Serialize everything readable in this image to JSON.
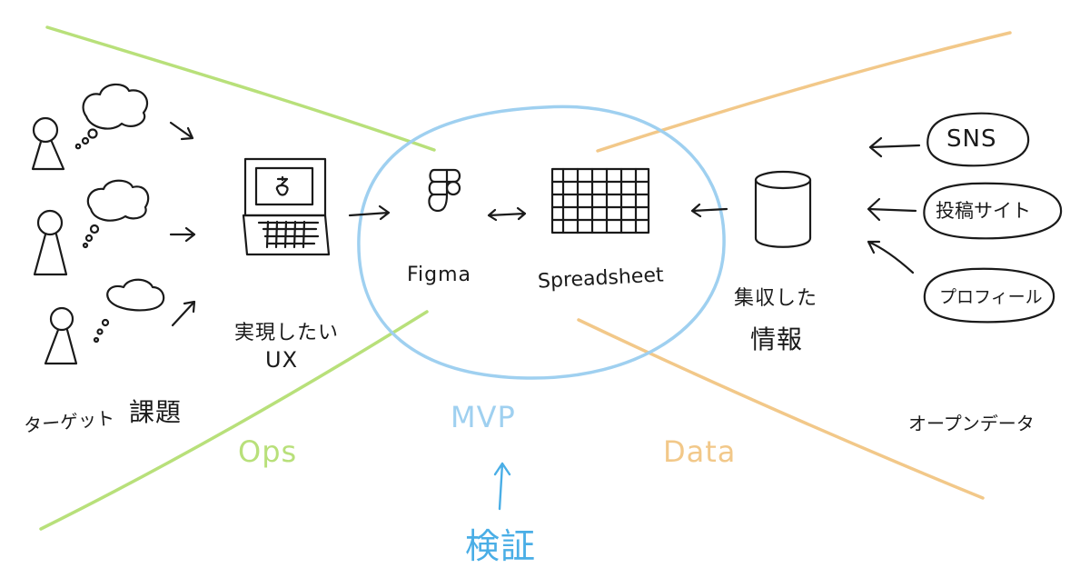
{
  "colors": {
    "ink": "#1a1a1a",
    "ops": "#b8e07a",
    "mvp": "#9fd0f0",
    "data": "#f2c889",
    "verify": "#4aaee6"
  },
  "labels": {
    "figma": "Figma",
    "spreadsheet": "Spreadsheet",
    "desired_ux_line1": "実現したい",
    "desired_ux_line2": "UX",
    "target": "ターゲット",
    "issue": "課題",
    "collected_line1": "集収した",
    "collected_line2": "情報",
    "open_data": "オープンデータ",
    "sns": "SNS",
    "posting_site": "投稿サイト",
    "profile": "プロフィール",
    "ops": "Ops",
    "mvp": "MVP",
    "data": "Data",
    "verify": "検証"
  },
  "icons": {
    "person": "person-icon",
    "thought": "thought-bubble-icon",
    "laptop": "laptop-icon",
    "figma": "figma-logo-icon",
    "sheet": "spreadsheet-grid-icon",
    "cylinder": "database-cylinder-icon",
    "arrow": "arrow-icon"
  }
}
